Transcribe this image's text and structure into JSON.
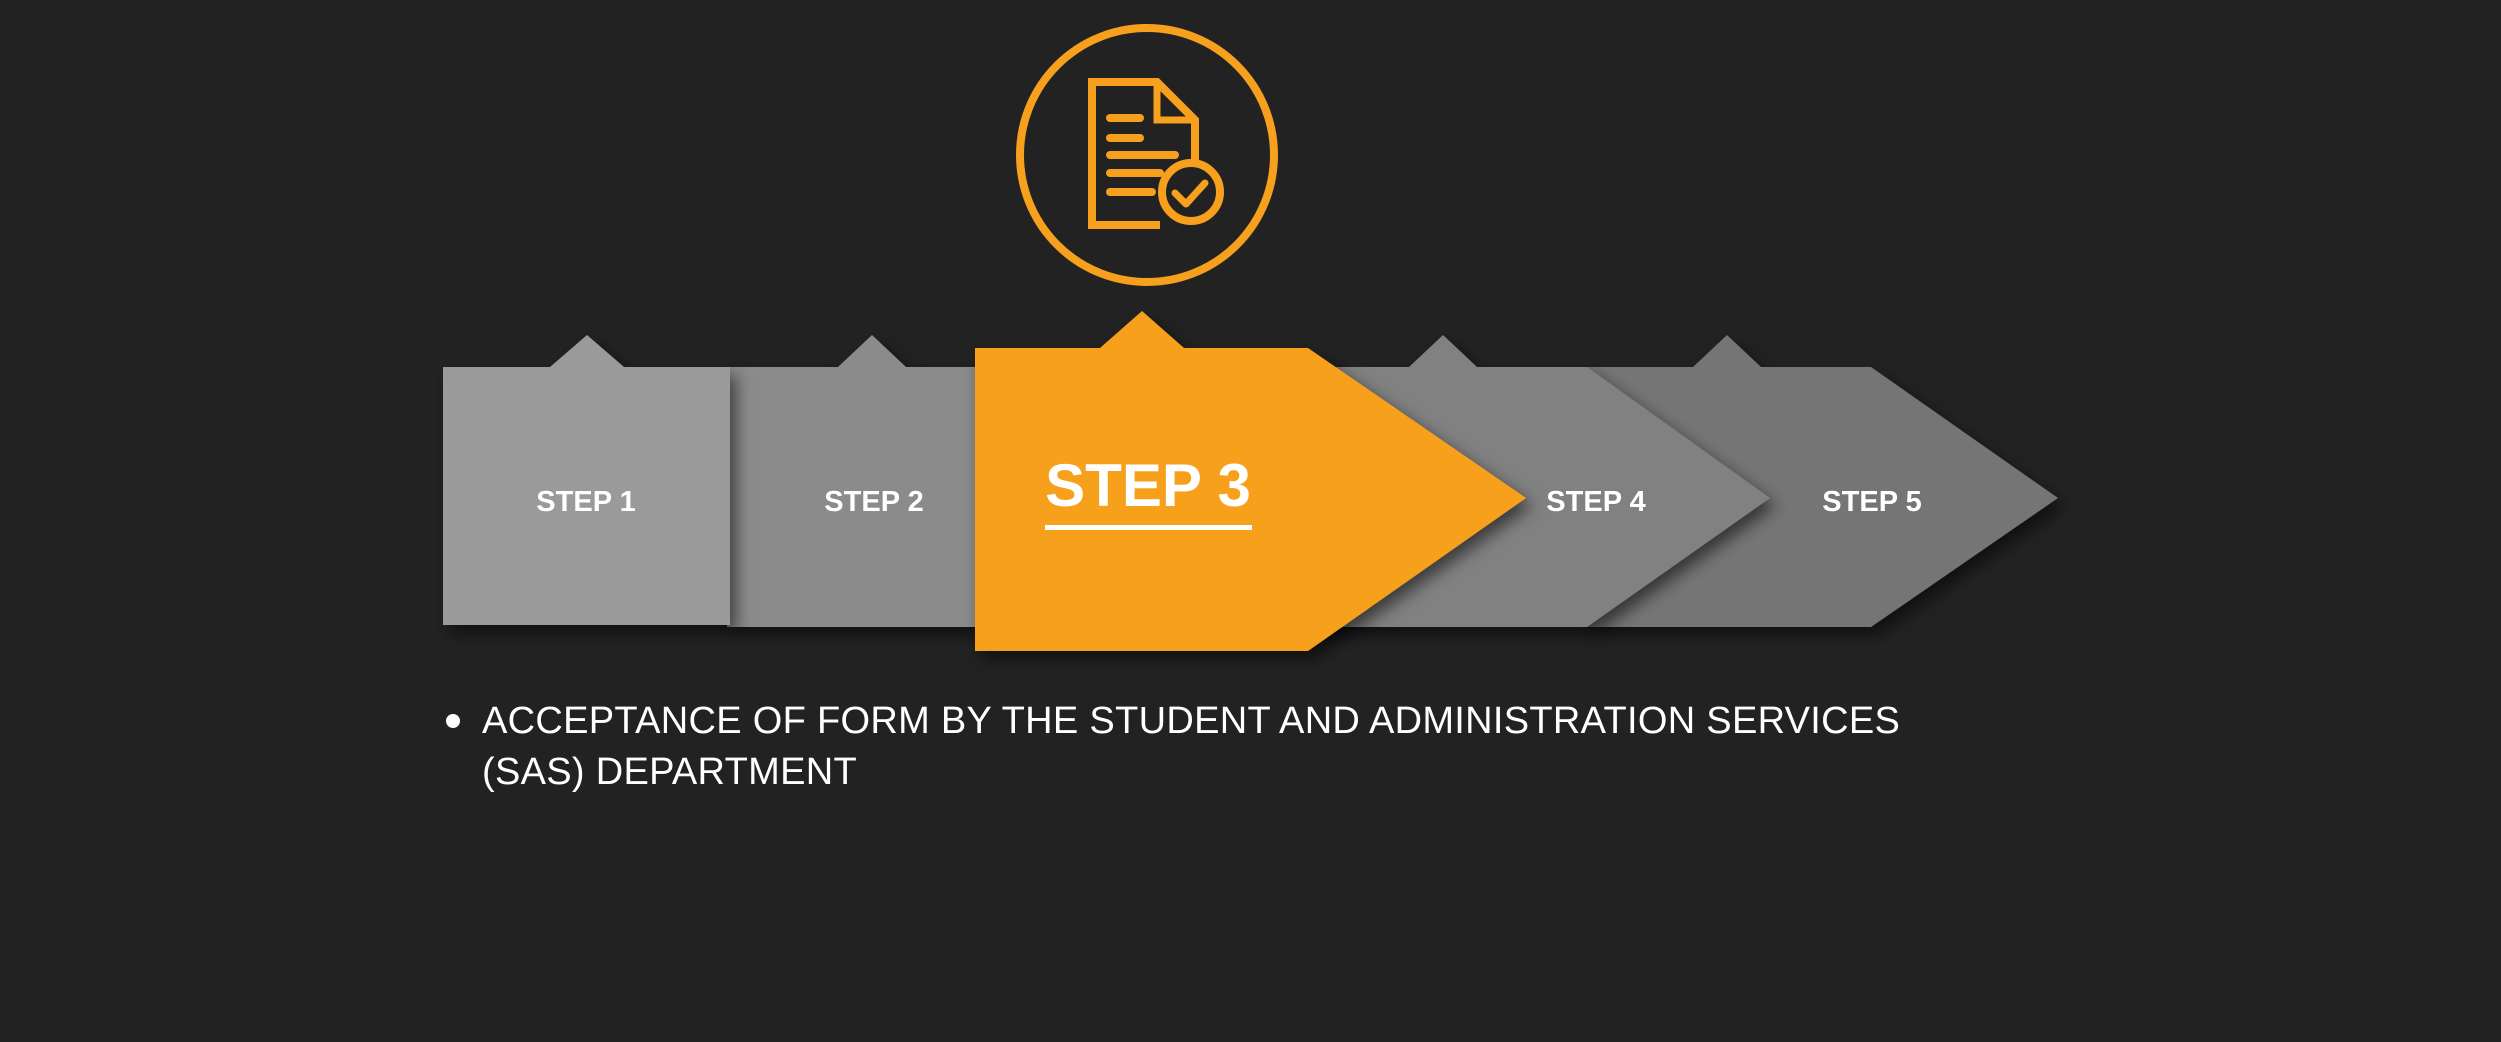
{
  "steps": [
    {
      "label": "STEP 1",
      "color": "#9a9a9b",
      "active": false
    },
    {
      "label": "STEP 2",
      "color": "#8b8b8c",
      "active": false
    },
    {
      "label": "STEP 3",
      "color": "#f7a01e",
      "active": true
    },
    {
      "label": "STEP 4",
      "color": "#818182",
      "active": false
    },
    {
      "label": "STEP 5",
      "color": "#747475",
      "active": false
    }
  ],
  "active_icon": "document-check-icon",
  "description": "ACCEPTANCE OF FORM BY THE STUDENT AND ADMINISTRATION SERVICES (SAS) DEPARTMENT",
  "colors": {
    "background": "#222222",
    "accent": "#f7a01e",
    "text": "#ffffff"
  }
}
